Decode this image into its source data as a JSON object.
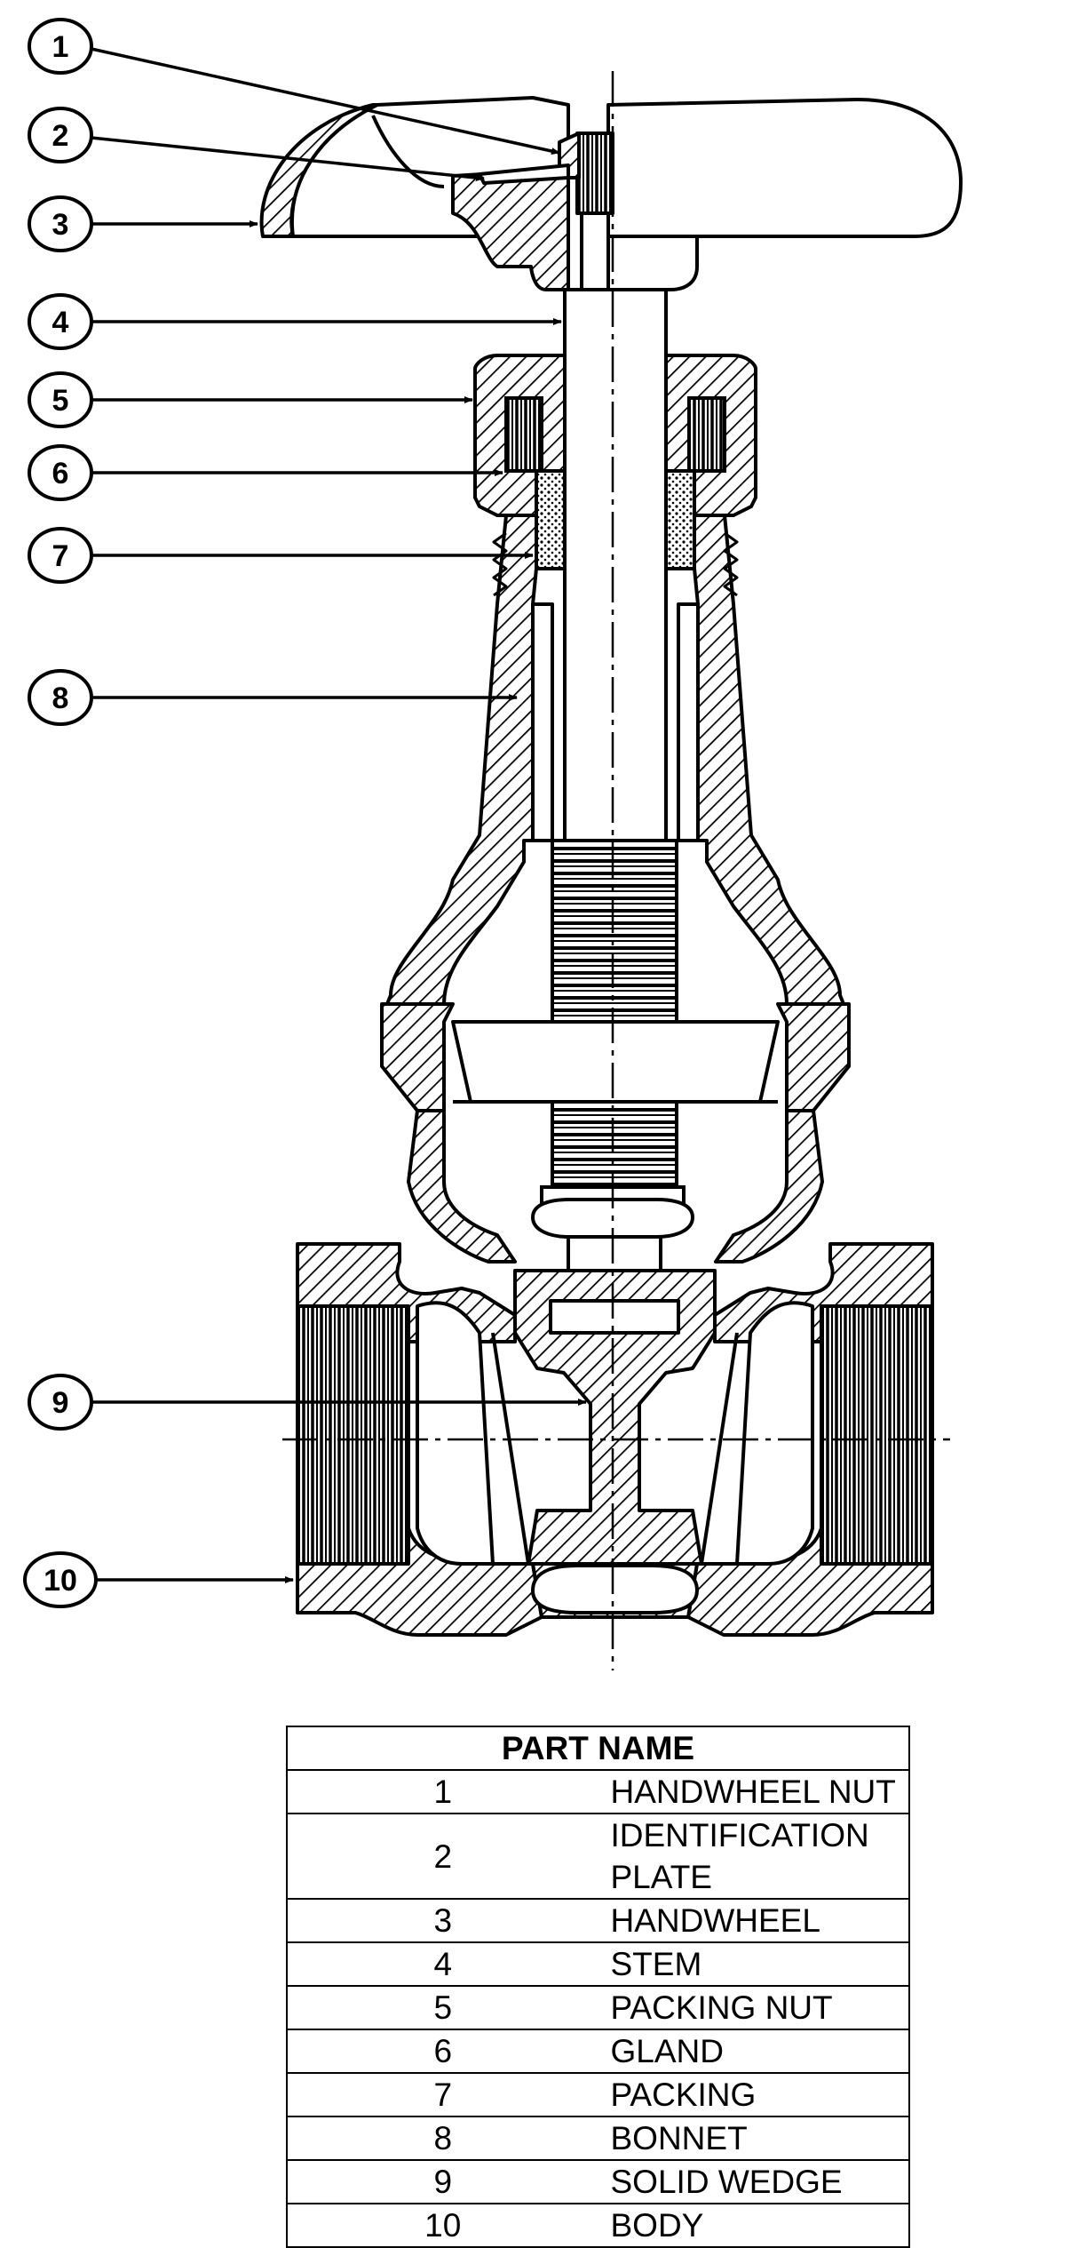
{
  "callouts": [
    "1",
    "2",
    "3",
    "4",
    "5",
    "6",
    "7",
    "8",
    "9",
    "10"
  ],
  "table": {
    "header": "PART NAME",
    "rows": [
      {
        "num": "1",
        "name": "HANDWHEEL NUT"
      },
      {
        "num": "2",
        "name": "IDENTIFICATION PLATE"
      },
      {
        "num": "3",
        "name": "HANDWHEEL"
      },
      {
        "num": "4",
        "name": "STEM"
      },
      {
        "num": "5",
        "name": "PACKING NUT"
      },
      {
        "num": "6",
        "name": "GLAND"
      },
      {
        "num": "7",
        "name": "PACKING"
      },
      {
        "num": "8",
        "name": "BONNET"
      },
      {
        "num": "9",
        "name": "SOLID WEDGE"
      },
      {
        "num": "10",
        "name": "BODY"
      }
    ]
  }
}
